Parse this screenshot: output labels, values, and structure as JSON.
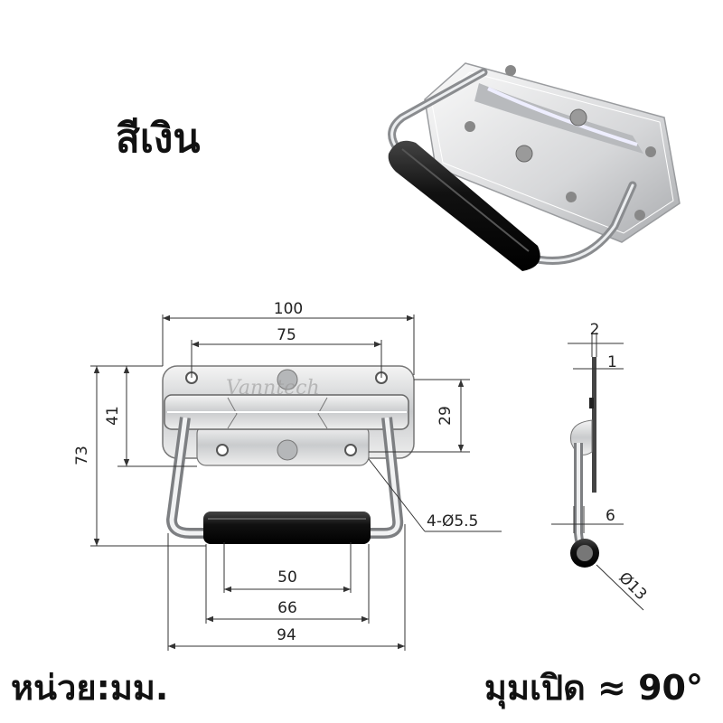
{
  "title": "สีเงิน",
  "unit_note": "หน่วย:มม.",
  "angle_note": "มุมเปิด ≈ 90°",
  "watermark": "Vanntech",
  "dims": {
    "total_width": "100",
    "hole_spacing": "75",
    "height_total": "73",
    "plate_height": "41",
    "handle_height": "29",
    "grip_inner": "50",
    "grip_length": "66",
    "handle_width": "94",
    "holes": "4-Ø5.5",
    "thickness": "2",
    "thin": "1",
    "wire": "6",
    "grip_dia": "Ø13"
  }
}
